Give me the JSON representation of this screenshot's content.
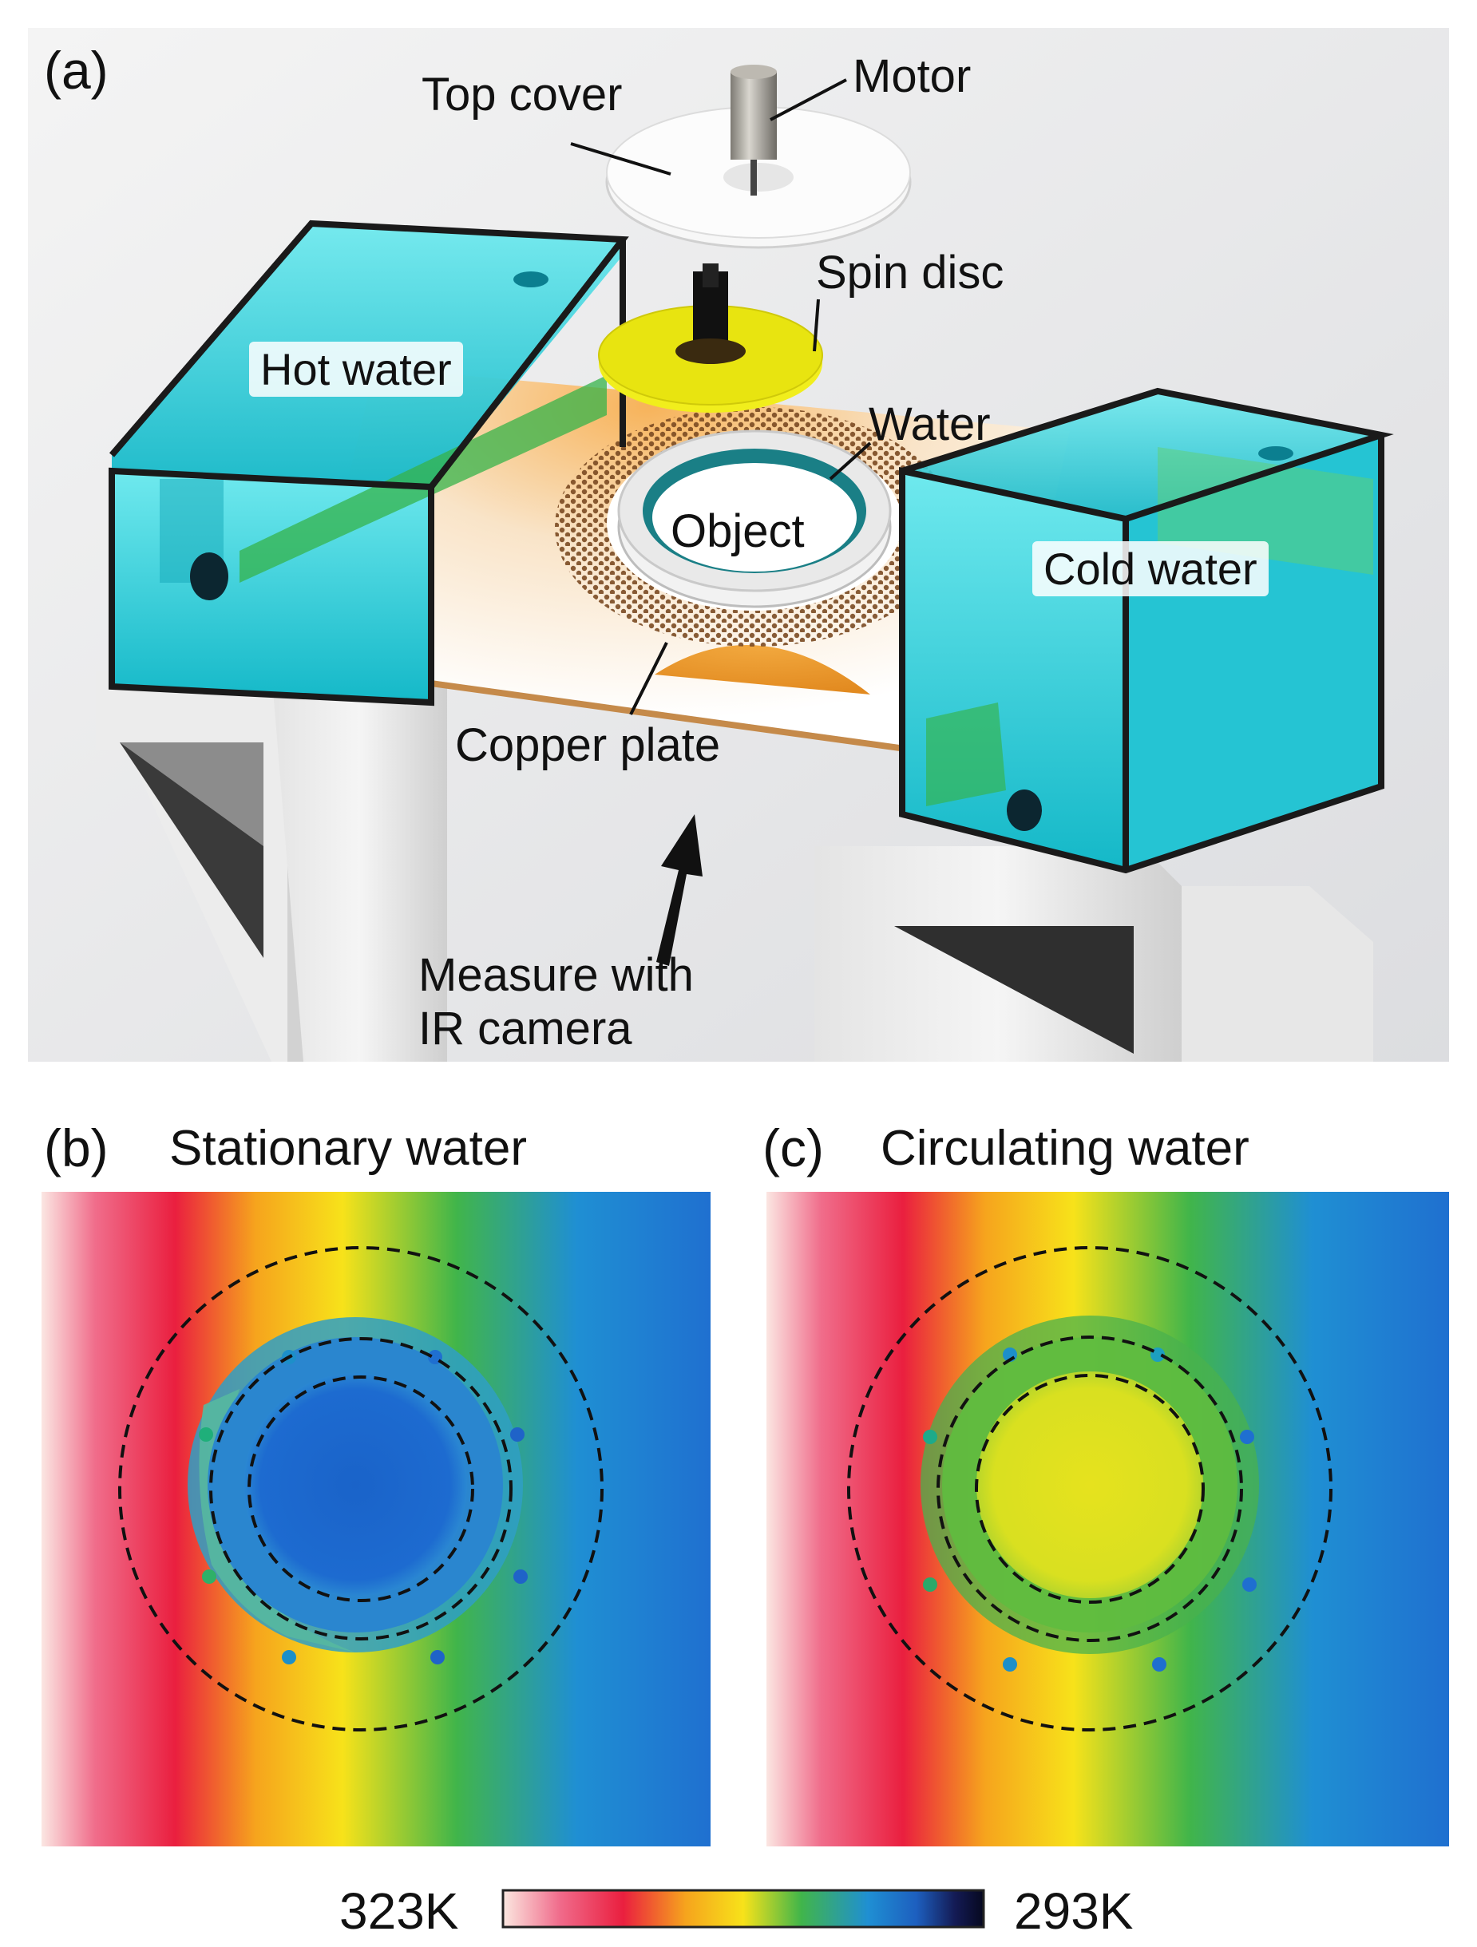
{
  "panel_a": {
    "letter": "(a)",
    "labels": {
      "top_cover": "Top cover",
      "motor": "Motor",
      "spin_disc": "Spin disc",
      "hot_water": "Hot water",
      "water": "Water",
      "object": "Object",
      "cold_water": "Cold water",
      "copper_plate": "Copper plate",
      "measure_line1": "Measure with",
      "measure_line2": "IR camera"
    }
  },
  "panel_b": {
    "letter": "(b)",
    "title": "Stationary water"
  },
  "panel_c": {
    "letter": "(c)",
    "title": "Circulating water"
  },
  "colorbar": {
    "left_label": "323K",
    "right_label": "293K",
    "stops": [
      "#fbe7e0",
      "#f06a8a",
      "#ea1f3f",
      "#f6a41d",
      "#f7e21a",
      "#41b54a",
      "#1f8fd3",
      "#1d5fbf",
      "#141b55",
      "#06081f"
    ]
  },
  "colors": {
    "hot": "#ea1f3f",
    "cold": "#1f70d0",
    "copper": "#e08f2a",
    "water_tank": "#27d3df",
    "spin_disc": "#e8e410"
  }
}
